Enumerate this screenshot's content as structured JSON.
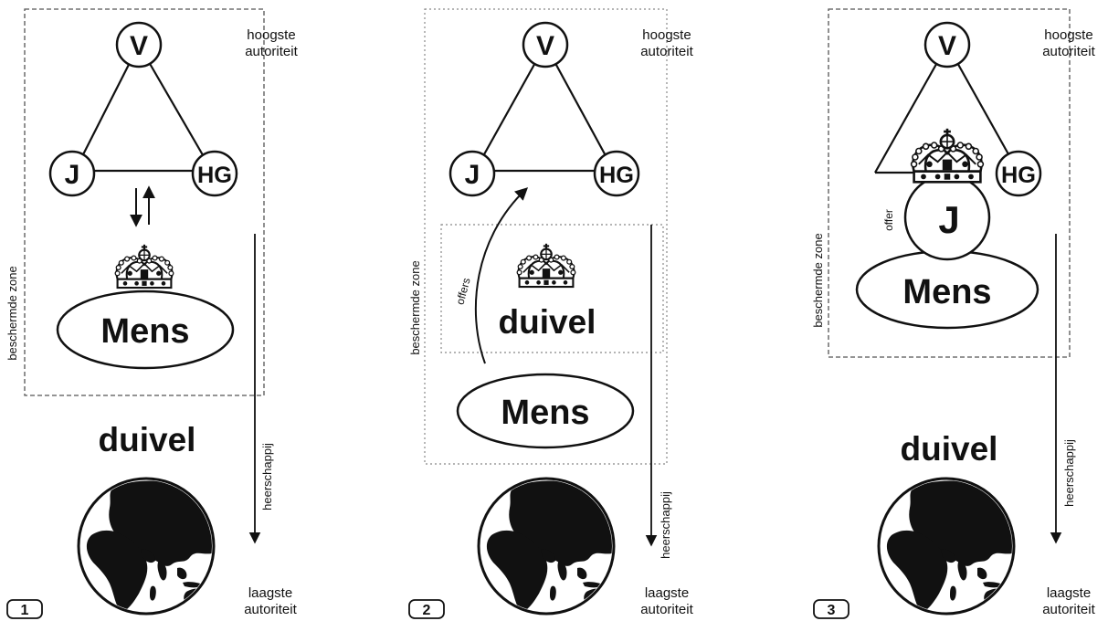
{
  "labels": {
    "top_authority": [
      "hoogste",
      "autoriteit"
    ],
    "bottom_authority": [
      "laagste",
      "autoriteit"
    ],
    "protected_zone": "beschermde zone",
    "dominion": "heerschappij",
    "sacrifices": "offers",
    "sacrifice": "offer"
  },
  "nodes": {
    "father": "V",
    "jesus": "J",
    "holy_spirit": "HG"
  },
  "entities": {
    "man": "Mens",
    "devil": "duivel"
  },
  "panels": [
    {
      "number": "1"
    },
    {
      "number": "2"
    },
    {
      "number": "3"
    }
  ],
  "colors": {
    "ink": "#111111",
    "background": "#ffffff",
    "dashed_border": "#555555",
    "dotted_border": "#888888"
  }
}
